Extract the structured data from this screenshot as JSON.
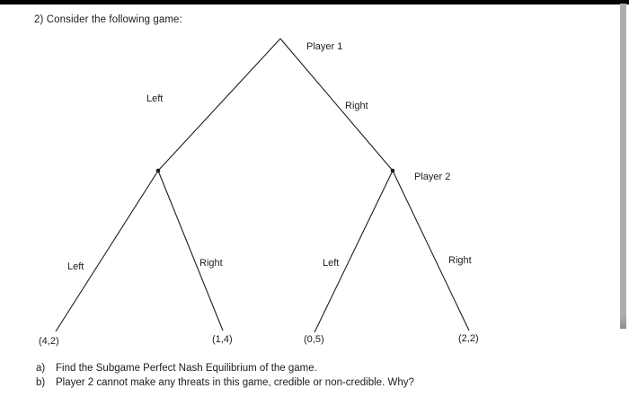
{
  "page": {
    "title": "2) Consider the following game:"
  },
  "tree": {
    "player1_label": "Player 1",
    "player2_label": "Player 2",
    "branch_labels": {
      "root_left": "Left",
      "root_right": "Right",
      "left_subtree_left": "Left",
      "left_subtree_right": "Right",
      "right_subtree_left": "Left",
      "right_subtree_right": "Right"
    },
    "payoffs": {
      "left_left": "(4,2)",
      "left_right": "(1,4)",
      "right_left": "(0,5)",
      "right_right": "(2,2)"
    }
  },
  "questions": {
    "a_label": "a)",
    "a_text": "Find the Subgame Perfect Nash Equilibrium of the game.",
    "b_label": "b)",
    "b_text": "Player 2 cannot make any threats in this game, credible or non-credible. Why?"
  },
  "colors": {
    "line": "#1c1c1c",
    "text": "#1c1c1c",
    "scrollbar": "#adadad",
    "top_bar": "#000000"
  }
}
